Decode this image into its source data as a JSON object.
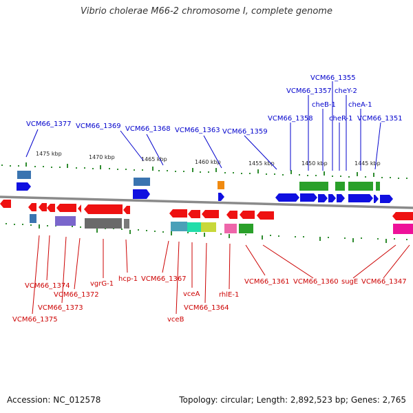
{
  "title": "Vibrio cholerae M66-2 chromosome I, complete genome",
  "accession": "Accession: NC_012578",
  "summary": "Topology: circular; Length: 2,892,523 bp; Genes: 2,765",
  "colors": {
    "forward_label": "#0000cc",
    "reverse_label": "#cc0000",
    "backbone": "#888888",
    "tick": "#2e8b2e"
  },
  "kbp_ticks": [
    "1475 kbp",
    "1470 kbp",
    "1465 kbp",
    "1460 kbp",
    "1455 kbp",
    "1450 kbp",
    "1445 kbp"
  ],
  "forward_labels": [
    "VCM66_1377",
    "VCM66_1369",
    "VCM66_1368",
    "VCM66_1363",
    "VCM66_1359",
    "VCM66_1358",
    "VCM66_1357",
    "VCM66_1355",
    "cheB-1",
    "cheY-2",
    "cheR-1",
    "cheA-1",
    "VCM66_1351"
  ],
  "reverse_labels": [
    "VCM66_1374",
    "VCM66_1375",
    "VCM66_1373",
    "VCM66_1372",
    "vgrG-1",
    "hcp-1",
    "VCM66_1367",
    "vceB",
    "vceA",
    "VCM66_1364",
    "rhlE-1",
    "VCM66_1361",
    "VCM66_1360",
    "sugE",
    "VCM66_1347"
  ]
}
